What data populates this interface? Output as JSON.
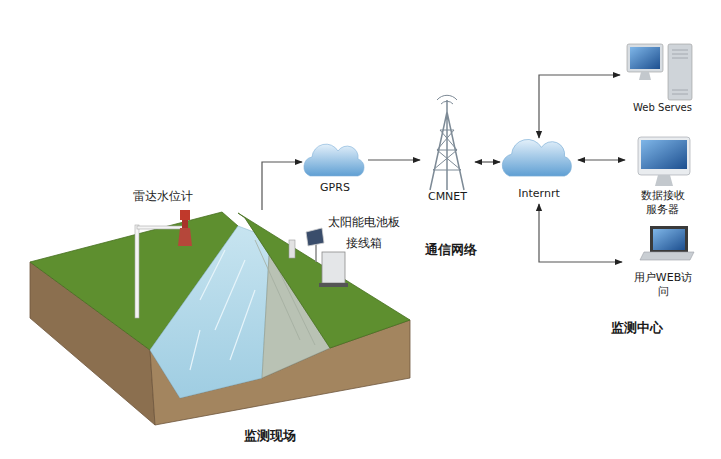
{
  "diagram": {
    "nodes": [
      {
        "text": [
          "监测现场"
        ]
      },
      {
        "text": [
          "GPRS"
        ]
      },
      {
        "text": [
          "CMNET"
        ]
      },
      {
        "text": [
          "Internrt"
        ]
      },
      {
        "text": [
          "Web Serves"
        ]
      },
      {
        "text": [
          "数据接收 服务器"
        ]
      },
      {
        "text": [
          "用户WEB访 问"
        ]
      }
    ],
    "edges": [
      {
        "from": 0,
        "to": 1,
        "arrow": "to"
      },
      {
        "from": 1,
        "to": 2,
        "arrow": "to"
      },
      {
        "from": 2,
        "to": 3,
        "arrow": "both"
      },
      {
        "from": 3,
        "to": 4,
        "arrow": "both"
      },
      {
        "from": 3,
        "to": 5,
        "arrow": "both"
      },
      {
        "from": 3,
        "to": 6,
        "arrow": "both"
      }
    ],
    "labels": [
      "雷达水位计",
      "太阳能电池板",
      "接线箱",
      "通信网络",
      "监测中心"
    ]
  }
}
